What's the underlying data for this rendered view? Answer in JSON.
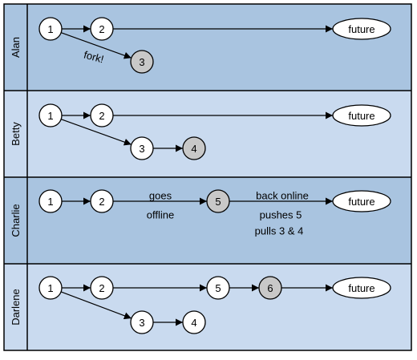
{
  "colors": {
    "lane_dark": "#a9c4e0",
    "lane_light": "#c9daef",
    "border": "#000000",
    "node_fill": "#ffffff",
    "node_highlight": "#c8c8c8"
  },
  "lanes": [
    {
      "name": "Alan",
      "nodes": [
        {
          "id": "a1",
          "label": "1"
        },
        {
          "id": "a2",
          "label": "2"
        },
        {
          "id": "a3",
          "label": "3",
          "highlight": true
        },
        {
          "id": "af",
          "label": "future"
        }
      ],
      "edges": [
        [
          "a1",
          "a2"
        ],
        [
          "a2",
          "af"
        ],
        [
          "a1",
          "a3"
        ]
      ],
      "notes": [
        {
          "id": "alan-fork",
          "text": "fork!"
        }
      ]
    },
    {
      "name": "Betty",
      "nodes": [
        {
          "id": "b1",
          "label": "1"
        },
        {
          "id": "b2",
          "label": "2"
        },
        {
          "id": "b3",
          "label": "3"
        },
        {
          "id": "b4",
          "label": "4",
          "highlight": true
        },
        {
          "id": "bf",
          "label": "future"
        }
      ],
      "edges": [
        [
          "b1",
          "b2"
        ],
        [
          "b2",
          "bf"
        ],
        [
          "b1",
          "b3"
        ],
        [
          "b3",
          "b4"
        ]
      ],
      "notes": []
    },
    {
      "name": "Charlie",
      "nodes": [
        {
          "id": "c1",
          "label": "1"
        },
        {
          "id": "c2",
          "label": "2"
        },
        {
          "id": "c5",
          "label": "5",
          "highlight": true
        },
        {
          "id": "cf",
          "label": "future"
        }
      ],
      "edges": [
        [
          "c1",
          "c2"
        ],
        [
          "c2",
          "c5"
        ],
        [
          "c5",
          "cf"
        ]
      ],
      "notes": [
        {
          "id": "charlie-goes",
          "text": "goes"
        },
        {
          "id": "charlie-offline",
          "text": "offline"
        },
        {
          "id": "charlie-back-online",
          "text": "back online"
        },
        {
          "id": "charlie-pushes",
          "text": "pushes 5"
        },
        {
          "id": "charlie-pulls",
          "text": "pulls 3 & 4"
        }
      ]
    },
    {
      "name": "Darlene",
      "nodes": [
        {
          "id": "d1",
          "label": "1"
        },
        {
          "id": "d2",
          "label": "2"
        },
        {
          "id": "d5",
          "label": "5"
        },
        {
          "id": "d6",
          "label": "6",
          "highlight": true
        },
        {
          "id": "d3",
          "label": "3"
        },
        {
          "id": "d4",
          "label": "4"
        },
        {
          "id": "df",
          "label": "future"
        }
      ],
      "edges": [
        [
          "d1",
          "d2"
        ],
        [
          "d2",
          "d5"
        ],
        [
          "d5",
          "d6"
        ],
        [
          "d6",
          "df"
        ],
        [
          "d1",
          "d3"
        ],
        [
          "d3",
          "d4"
        ]
      ],
      "notes": []
    }
  ]
}
